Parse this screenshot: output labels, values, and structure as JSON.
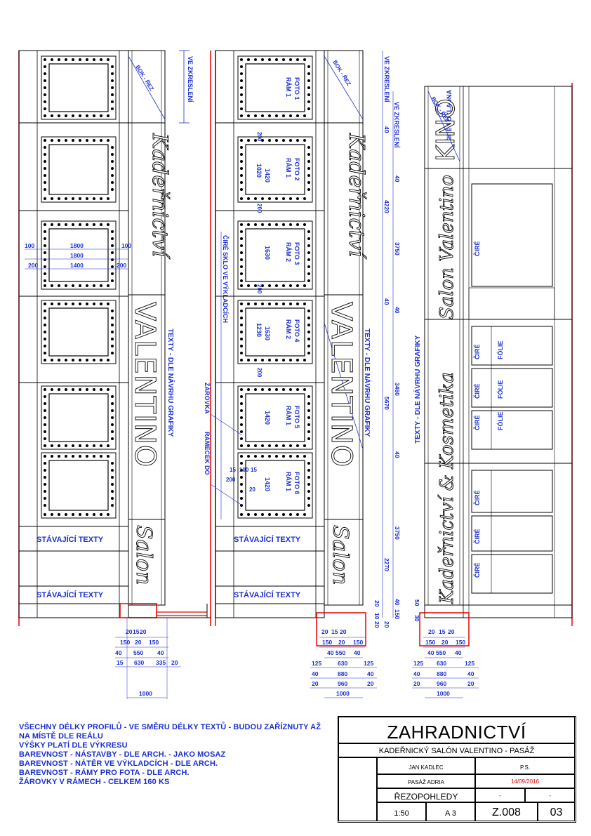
{
  "drawing": {
    "labels": {
      "ve_zkresleni": "VE ZKRESLENÍ",
      "texty_dle_navrhu": "TEXTY - DLE NÁVRHU GRAFIKY",
      "stavajici_texty": "STÁVAJÍCÍ TEXTY",
      "cire_sklo": "ČIRÉ SKLO VE VÝKLADCÍCH",
      "zarovka": "ŽÁROVKA",
      "ramecek": "RÁMEČEK DO",
      "cire": "ČIRÉ",
      "folie": "FÓLIE",
      "cire_pokladna": "ČIRÉ POKLADNA",
      "bok_rez": "BOK - ŘEZ"
    },
    "signs": {
      "kadernictvi": "Kadeřnictví",
      "valentino": "VALENTINO",
      "salon": "Salon",
      "kino": "KINO",
      "salon_valentino": "Salon Valentino",
      "kadernictvi_kosmetika": "Kadeřnictví & Kosmetika"
    },
    "photos": [
      {
        "label": "FOTO 1",
        "frame": "RÁM 1"
      },
      {
        "label": "FOTO 2",
        "frame": "RÁM 1"
      },
      {
        "label": "FOTO 3",
        "frame": "RÁM 2"
      },
      {
        "label": "FOTO 4",
        "frame": "RÁM 2"
      },
      {
        "label": "FOTO 5",
        "frame": "RÁM 1"
      },
      {
        "label": "FOTO 6",
        "frame": "RÁM 1"
      }
    ],
    "dims_left": {
      "row1": [
        "100",
        "1800",
        "100"
      ],
      "row2": "1800",
      "row3": [
        "200",
        "1400",
        "200"
      ],
      "bottom1": [
        "20",
        "15",
        "20"
      ],
      "bottom2": [
        "150",
        "20",
        "150"
      ],
      "bottom3": [
        "40",
        "550",
        "40"
      ],
      "bottom4": [
        "15",
        "630",
        "335",
        "20"
      ],
      "total": "1000"
    },
    "dims_mid": {
      "photo": [
        "1420",
        "1020",
        "1630",
        "1630",
        "1230",
        "1420",
        "1420"
      ],
      "small": [
        "200",
        "200",
        "200",
        "200",
        "15",
        "100",
        "15",
        "200",
        "20"
      ],
      "vertical": [
        "40",
        "4220",
        "40",
        "5670",
        "2270",
        "20",
        "10",
        "20"
      ],
      "vertical2": [
        "40",
        "3750",
        "40",
        "3460",
        "40",
        "3750",
        "40",
        "150",
        "50",
        "30"
      ],
      "bottom1": [
        "20",
        "15",
        "20"
      ],
      "bottom2": [
        "150",
        "20",
        "150"
      ],
      "bottom3": [
        "40",
        "550",
        "40"
      ],
      "bottom4": [
        "125",
        "630",
        "125"
      ],
      "bottom5": [
        "40",
        "880",
        "40"
      ],
      "bottom6": [
        "20",
        "960",
        "20"
      ],
      "total": "1000"
    },
    "dims_right": {
      "bottom1": [
        "20",
        "15",
        "20"
      ],
      "bottom2": [
        "150",
        "20",
        "150"
      ],
      "bottom3": [
        "40",
        "550",
        "40"
      ],
      "bottom4": [
        "125",
        "630",
        "125"
      ],
      "bottom5": [
        "40",
        "880",
        "40"
      ],
      "bottom6": [
        "20",
        "960",
        "20"
      ],
      "total": "1000"
    }
  },
  "notes": [
    "VŠECHNY DÉLKY PROFILŮ - VE SMĚRU DÉLKY TEXTŮ - BUDOU ZAŘÍZNUTY AŽ",
    "NA MÍSTĚ DLE REÁLU",
    "VÝŠKY PLATÍ DLE VÝKRESU",
    "BAREVNOST - NÁSTAVBY - DLE ARCH. - JAKO MOSAZ",
    "BAREVNOST - NÁTĚR VE VÝKLADCÍCH - DLE ARCH.",
    "BAREVNOST - RÁMY PRO FOTA - DLE ARCH.",
    "ŽÁROVKY V RÁMECH - CELKEM 160 KS"
  ],
  "title_block": {
    "company": "ZAHRADNICTVÍ",
    "project": "KADEŘNICKÝ SALÓN VALENTINO - PASÁŽ",
    "designer": "JAN KADLEC",
    "drawn_by": "P.S.",
    "client": "PASÁŽ ADRIA",
    "date": "14/09/2016",
    "title": "ŘEZOPOHLEDY",
    "scale": "1:50",
    "format": "A 3",
    "drawing_number": "Z.008",
    "sheet": "03",
    "replaces": "-",
    "revision_date": "-",
    "accent_color": "#e60000",
    "dim_color": "#1b2fd1"
  }
}
